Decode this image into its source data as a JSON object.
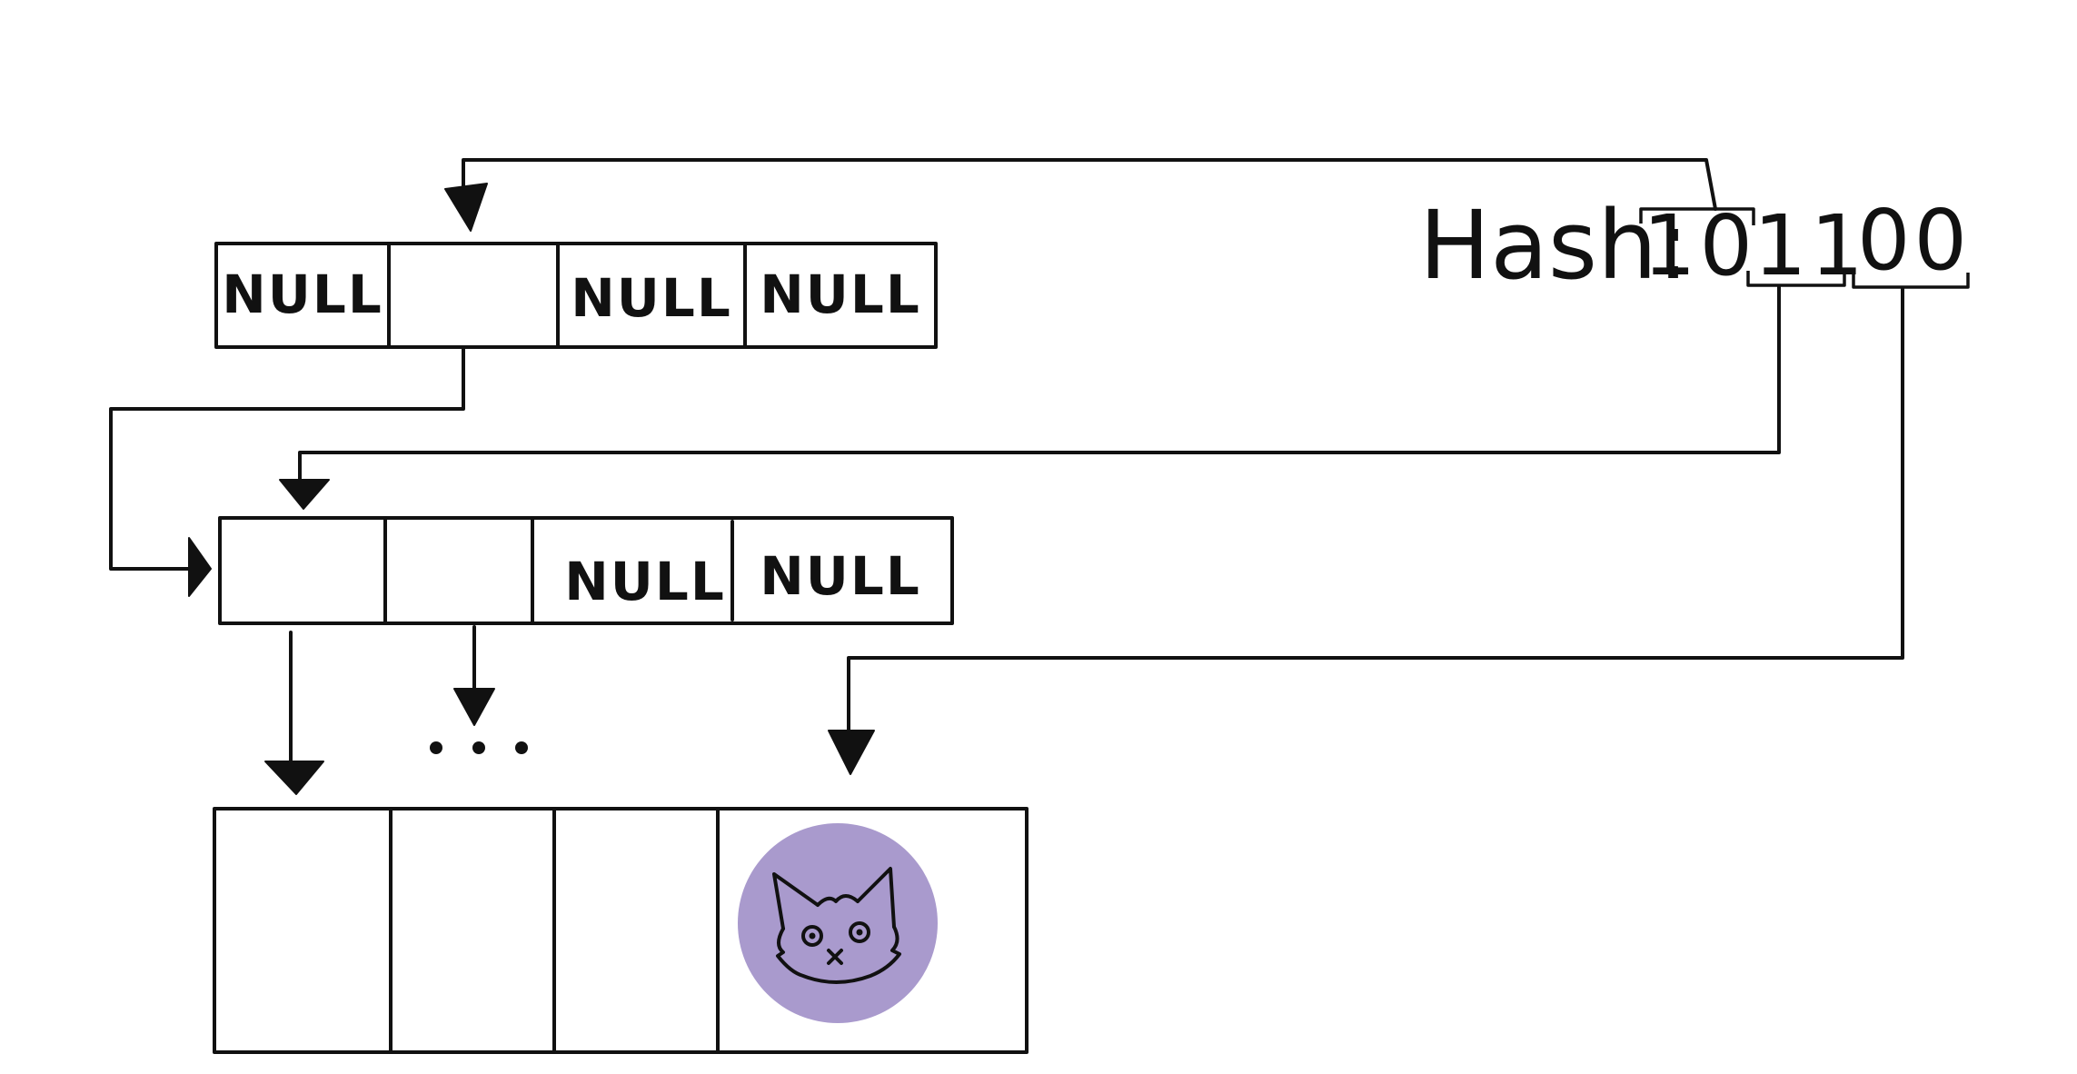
{
  "hash": {
    "label": "Hash:",
    "bit_groups": [
      "10",
      "11",
      "00"
    ]
  },
  "level_1_node": {
    "slots": [
      "NULL",
      "",
      "NULL",
      "NULL"
    ]
  },
  "level_2_node": {
    "slots": [
      "",
      "",
      "NULL",
      "NULL"
    ]
  },
  "leaf_node": {
    "slots": [
      "",
      "",
      "",
      "cat"
    ]
  },
  "ellipsis": "...",
  "colors": {
    "stroke": "#111111",
    "cat_circle": "#a99acd",
    "background": "#ffffff"
  },
  "icons": {
    "stored_value": "cat-face-icon"
  }
}
